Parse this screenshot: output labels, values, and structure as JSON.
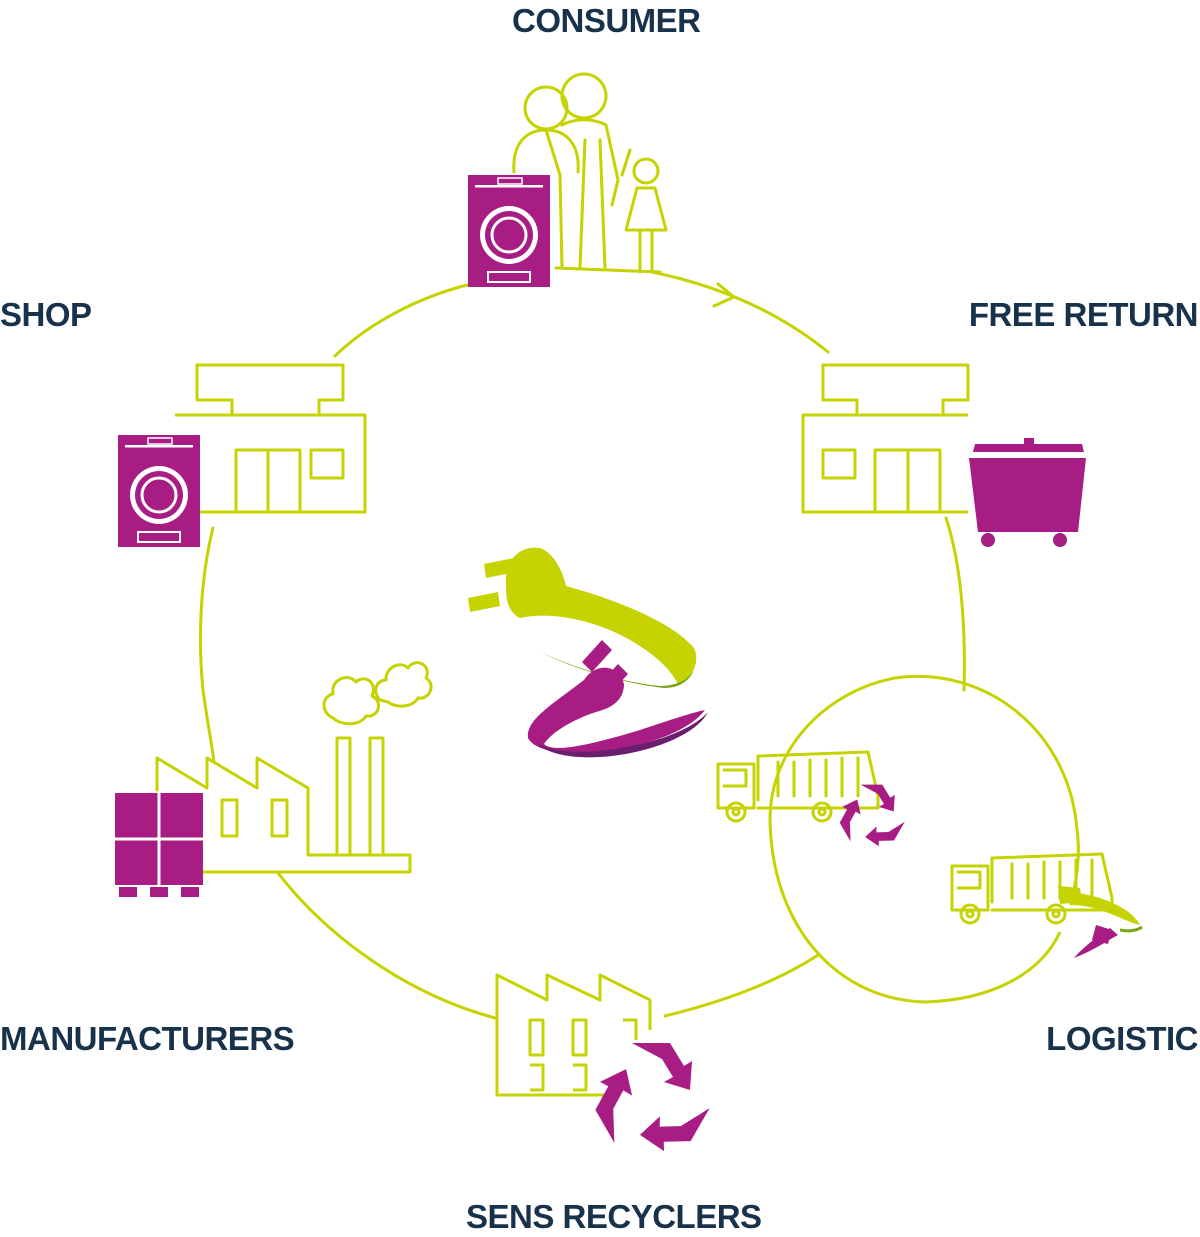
{
  "stages": {
    "consumer": "CONSUMER",
    "shop": "SHOP",
    "free_return": "FREE RETURN",
    "manufacturers": "MANUFACTURERS",
    "logistic": "LOGISTIC",
    "sens_recyclers": "SENS RECYCLERS"
  },
  "colors": {
    "lime": "#c5d300",
    "magenta": "#a71d83",
    "label": "#17324a",
    "dark_green": "#7aa519",
    "dark_purple": "#6b1e6d"
  },
  "icons": [
    "family-icon",
    "washing-machine-icon",
    "shop-icon",
    "waste-bin-icon",
    "factory-icon",
    "pallet-boxes-icon",
    "recycle-icon",
    "truck-icon",
    "plug-loop-icon"
  ]
}
